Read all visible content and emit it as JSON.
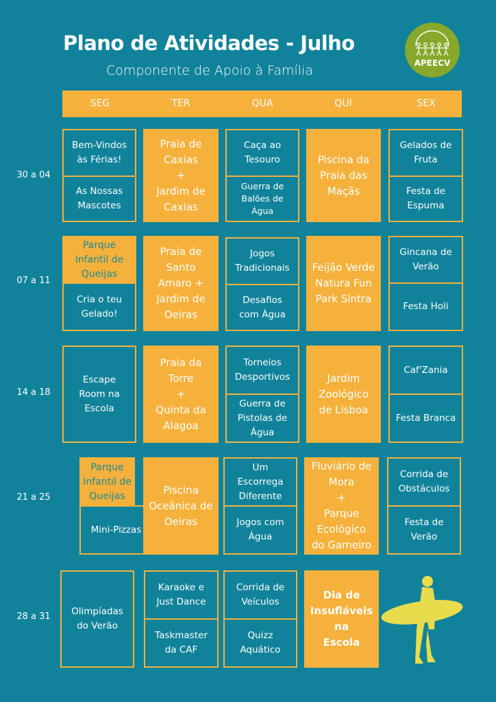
{
  "header": {
    "title": "Plano de Atividades - Julho",
    "subtitle": "Componente de Apoio à Família",
    "logo_text": "APEECV"
  },
  "days": [
    "SEG",
    "TER",
    "QUA",
    "QUI",
    "SEX"
  ],
  "weeks": [
    {
      "label": "30 a 04",
      "cells": [
        "Bem-Vindos\nàs Férias!",
        "As Nossas\nMascotes",
        "Praia de\nCaxias\n+\nJardim de\nCaxias",
        "Caça ao\nTesouro",
        "Guerra de\nBalões de\nÁgua",
        "Piscina da\nPraia das\nMaçãs",
        "Gelados de\nFruta",
        "Festa de\nEspuma"
      ]
    },
    {
      "label": "07 a 11",
      "cells": [
        "Parque\nInfantil de\nQueijas",
        "Cria o teu\nGelado!",
        "Praia de\nSanto\nAmaro +\nJardim de\nOeiras",
        "Jogos\nTradicionais",
        "Desafios\ncom Água",
        "Feijão Verde\nNatura Fun\nPark Sintra",
        "Gincana de\nVerão",
        "Festa Holi"
      ]
    },
    {
      "label": "14 a 18",
      "cells": [
        "Escape\nRoom na\nEscola",
        "Praia da\nTorre\n+\nQuinta da\nAlagoa",
        "Torneios\nDesportivos",
        "Guerra de\nPistolas de\nÁgua",
        "Jardim\nZoológico\nde Lisboa",
        "Caf'Zania",
        "Festa Branca"
      ]
    },
    {
      "label": "21 a 25",
      "cells": [
        "Parque\nInfantil de\nQueijas",
        "Mini-Pizzas",
        "Piscina\nOceânica de\nOeiras",
        "Um\nEscorrega\nDiferente",
        "Jogos com\nÁgua",
        "Fluviário de\nMora\n+\nParque\nEcológico\ndo Gameiro",
        "Corrida de\nObstáculos",
        "Festa de\nVerão"
      ]
    },
    {
      "label": "28 a 31",
      "cells": [
        "Olimpíadas\ndo Verão",
        "Karaoke e\nJust Dance",
        "Taskmaster\nda CAF",
        "Corrida de\nVeículos",
        "Quizz\nAquático",
        "Dia de\nInsufláveis\nna\nEscola"
      ]
    }
  ],
  "colors": {
    "background": "#10829a",
    "accent": "#f6b13c",
    "logo": "#87a82a",
    "surfer": "#e8dc4c"
  }
}
